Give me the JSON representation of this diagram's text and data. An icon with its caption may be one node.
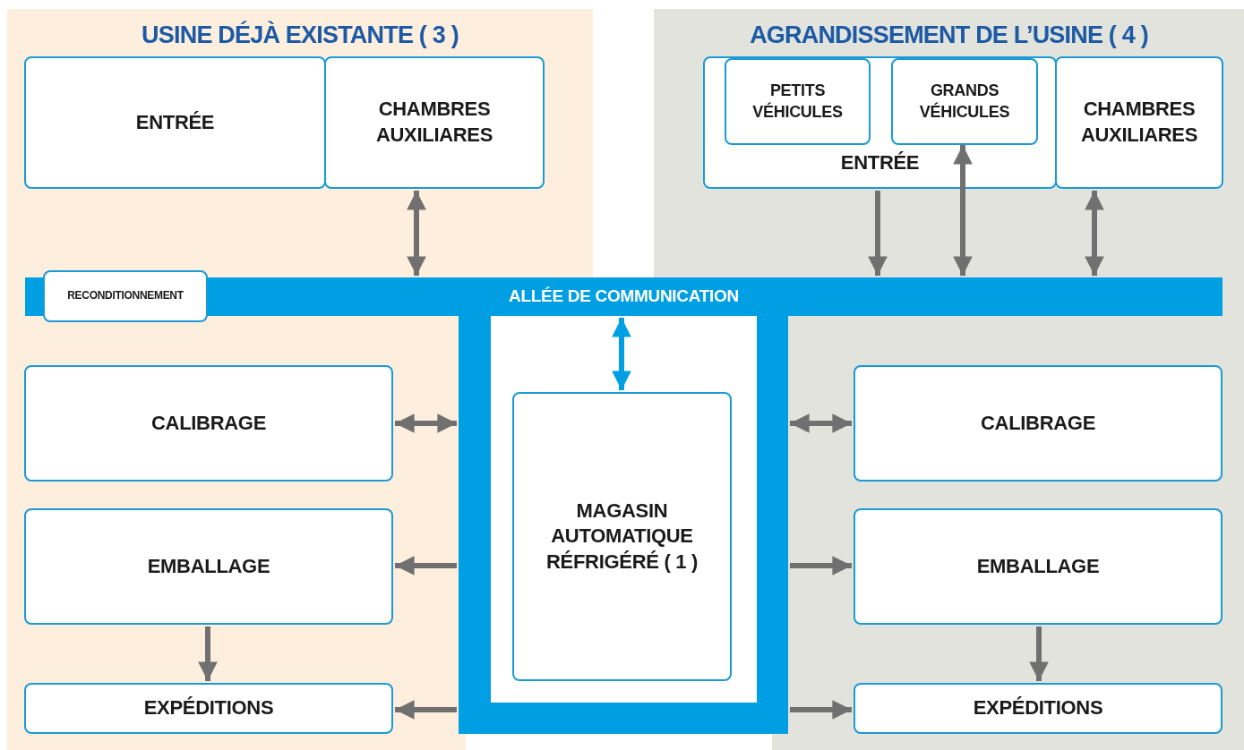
{
  "diagram": {
    "nodes": [
      {
        "text": [
          "USINE DÉJÀ EXISTANTE ( 3 )"
        ]
      },
      {
        "text": [
          "AGRANDISSEMENT DE L’USINE ( 4 )"
        ]
      },
      {
        "text": [
          "ENTRÉE"
        ],
        "in": 0
      },
      {
        "text": [
          "CHAMBRES AUXILIARES"
        ],
        "in": 0
      },
      {
        "text": [
          "ENTRÉE"
        ],
        "in": 1
      },
      {
        "text": [
          "PETITS VÉHICULES"
        ],
        "in": 4
      },
      {
        "text": [
          "GRANDS VÉHICULES"
        ],
        "in": 4
      },
      {
        "text": [
          "CHAMBRES AUXILIARES"
        ],
        "in": 1
      },
      {
        "text": [
          "ALLÉE DE COMMUNICATION"
        ]
      },
      {
        "text": [
          "RECONDITIONNEMENT"
        ],
        "in": 0
      },
      {
        "text": [],
        "shape": "box"
      },
      {
        "text": [
          "MAGASIN AUTOMATIQUE RÉFRIGÉRÉ ( 1 )"
        ],
        "in": 10
      },
      {
        "text": [
          "CALIBRAGE"
        ],
        "in": 0
      },
      {
        "text": [
          "EMBALLAGE"
        ],
        "in": 0
      },
      {
        "text": [
          "EXPÉDITIONS"
        ],
        "in": 0
      },
      {
        "text": [
          "CALIBRAGE"
        ],
        "in": 1
      },
      {
        "text": [
          "EMBALLAGE"
        ],
        "in": 1
      },
      {
        "text": [
          "EXPÉDITIONS"
        ],
        "in": 1
      }
    ],
    "edges": [
      {
        "from": 3,
        "to": 8,
        "arrow": "both"
      },
      {
        "from": 4,
        "to": 8,
        "arrow": "to"
      },
      {
        "from": 6,
        "to": 8,
        "arrow": "both"
      },
      {
        "from": 7,
        "to": 8,
        "arrow": "both"
      },
      {
        "from": 8,
        "to": 11,
        "arrow": "both",
        "color": "#009fe3"
      },
      {
        "from": 12,
        "to": 10,
        "arrow": "both"
      },
      {
        "from": 10,
        "to": 15,
        "arrow": "both"
      },
      {
        "from": 10,
        "to": 13,
        "arrow": "to"
      },
      {
        "from": 10,
        "to": 16,
        "arrow": "to"
      },
      {
        "from": 13,
        "to": 14,
        "arrow": "to"
      },
      {
        "from": 16,
        "to": 17,
        "arrow": "to"
      },
      {
        "from": 10,
        "to": 14,
        "arrow": "to"
      },
      {
        "from": 10,
        "to": 17,
        "arrow": "to"
      }
    ]
  }
}
